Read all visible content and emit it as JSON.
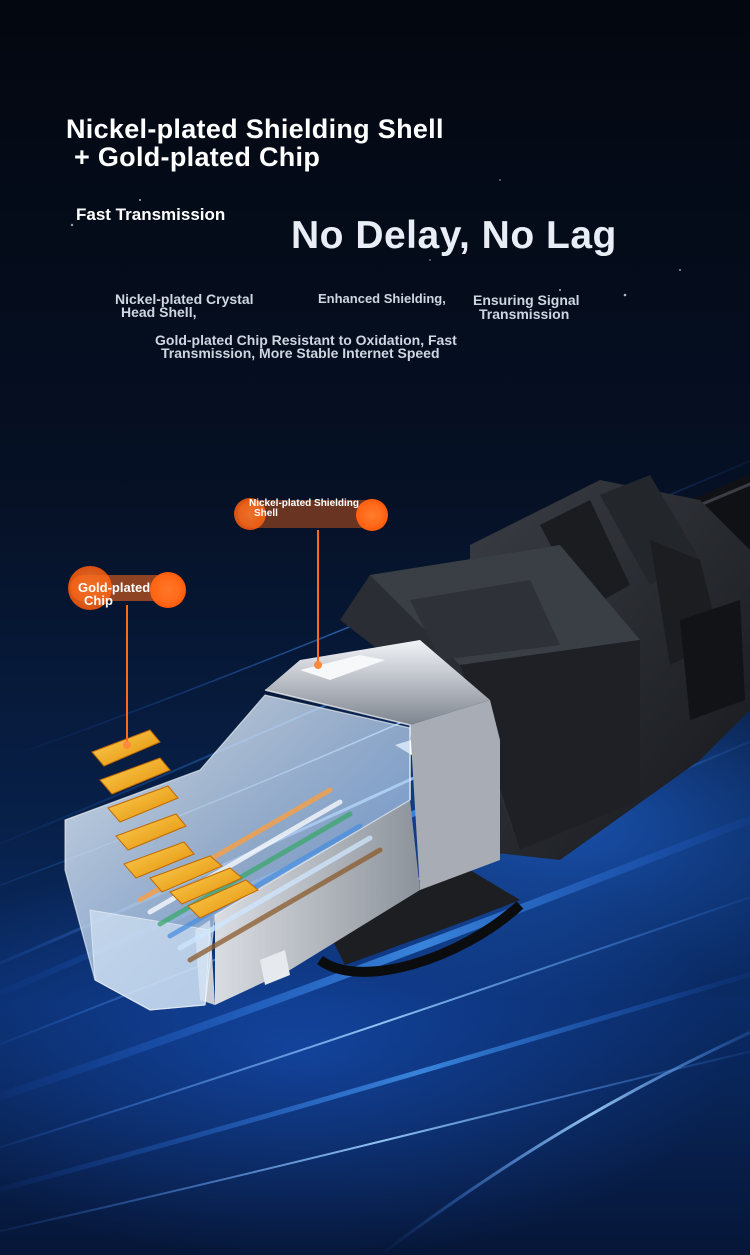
{
  "headline": {
    "line1": "Nickel-plated Shielding Shell",
    "line2": "+ Gold-plated Chip"
  },
  "tagline": {
    "small": "Fast Transmission",
    "big": "No Delay, No Lag"
  },
  "features": {
    "crystal_line1": "Nickel-plated Crystal",
    "crystal_line2": "Head Shell,",
    "shielding": "Enhanced Shielding,",
    "signal_line1": "Ensuring Signal",
    "signal_line2": "Transmission",
    "chip_line1": "Gold-plated Chip Resistant to Oxidation, Fast",
    "chip_line2": "Transmission, More Stable Internet Speed"
  },
  "callouts": {
    "shell_line1": "Nickel-plated Shielding",
    "shell_line2": "Shell",
    "chip_line1": "Gold-plated",
    "chip_line2": "Chip"
  },
  "colors": {
    "callout_orange": "#ff6a1a",
    "gold_contact": "#ffb020",
    "background": "#061126",
    "accent_blue": "#2f7bff"
  }
}
